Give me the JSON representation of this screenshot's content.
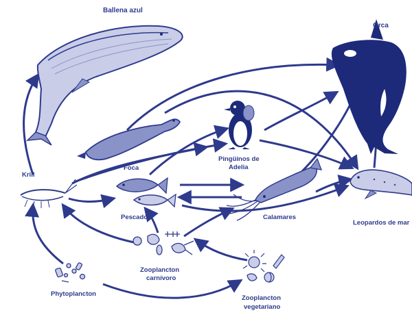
{
  "colors": {
    "ink": "#2e3a8c",
    "fill_light": "#c9cde8",
    "fill_mid": "#8a93c8",
    "fill_dark": "#1d2a7a",
    "background": "#ffffff"
  },
  "organisms": [
    {
      "id": "ballena",
      "label": "Ballena azul",
      "icon": "blue-whale-icon"
    },
    {
      "id": "orca",
      "label": "Orca",
      "icon": "orca-icon"
    },
    {
      "id": "foca",
      "label": "Foca",
      "icon": "seal-icon"
    },
    {
      "id": "pinguinos",
      "label": "Pingüinos de",
      "label2": "Adelia",
      "icon": "penguin-icon"
    },
    {
      "id": "krill",
      "label": "Krill",
      "icon": "krill-icon"
    },
    {
      "id": "pescados",
      "label": "Pescados",
      "icon": "fish-icon"
    },
    {
      "id": "calamares",
      "label": "Calamares",
      "icon": "squid-icon"
    },
    {
      "id": "leopardos",
      "label": "Leopardos de mar",
      "icon": "leopard-seal-icon"
    },
    {
      "id": "zoo_carnivoro",
      "label": "Zooplancton",
      "label2": "carnívoro",
      "icon": "carnivorous-zooplankton-icon"
    },
    {
      "id": "phyto",
      "label": "Phytoplancton",
      "icon": "phytoplankton-icon"
    },
    {
      "id": "zoo_vegetariano",
      "label": "Zooplancton",
      "label2": "vegetariano",
      "icon": "herbivorous-zooplankton-icon"
    }
  ],
  "links": [
    {
      "from": "krill",
      "to": "ballena"
    },
    {
      "from": "krill",
      "to": "foca"
    },
    {
      "from": "krill",
      "to": "pinguinos"
    },
    {
      "from": "krill",
      "to": "pescados"
    },
    {
      "from": "pescados",
      "to": "pinguinos"
    },
    {
      "from": "pescados",
      "to": "calamares"
    },
    {
      "from": "calamares",
      "to": "pescados"
    },
    {
      "from": "calamares",
      "to": "leopardos"
    },
    {
      "from": "pescados",
      "to": "leopardos"
    },
    {
      "from": "foca",
      "to": "orca"
    },
    {
      "from": "pinguinos",
      "to": "orca"
    },
    {
      "from": "pinguinos",
      "to": "leopardos"
    },
    {
      "from": "leopardos",
      "to": "orca"
    },
    {
      "from": "zoo_carnivoro",
      "to": "krill"
    },
    {
      "from": "zoo_carnivoro",
      "to": "pescados"
    },
    {
      "from": "zoo_carnivoro",
      "to": "calamares"
    },
    {
      "from": "zoo_vegetariano",
      "to": "zoo_carnivoro"
    },
    {
      "from": "phyto",
      "to": "zoo_vegetariano"
    },
    {
      "from": "phyto",
      "to": "krill"
    },
    {
      "from": "krill",
      "to": "foca",
      "note": "upper arc to orca"
    }
  ]
}
